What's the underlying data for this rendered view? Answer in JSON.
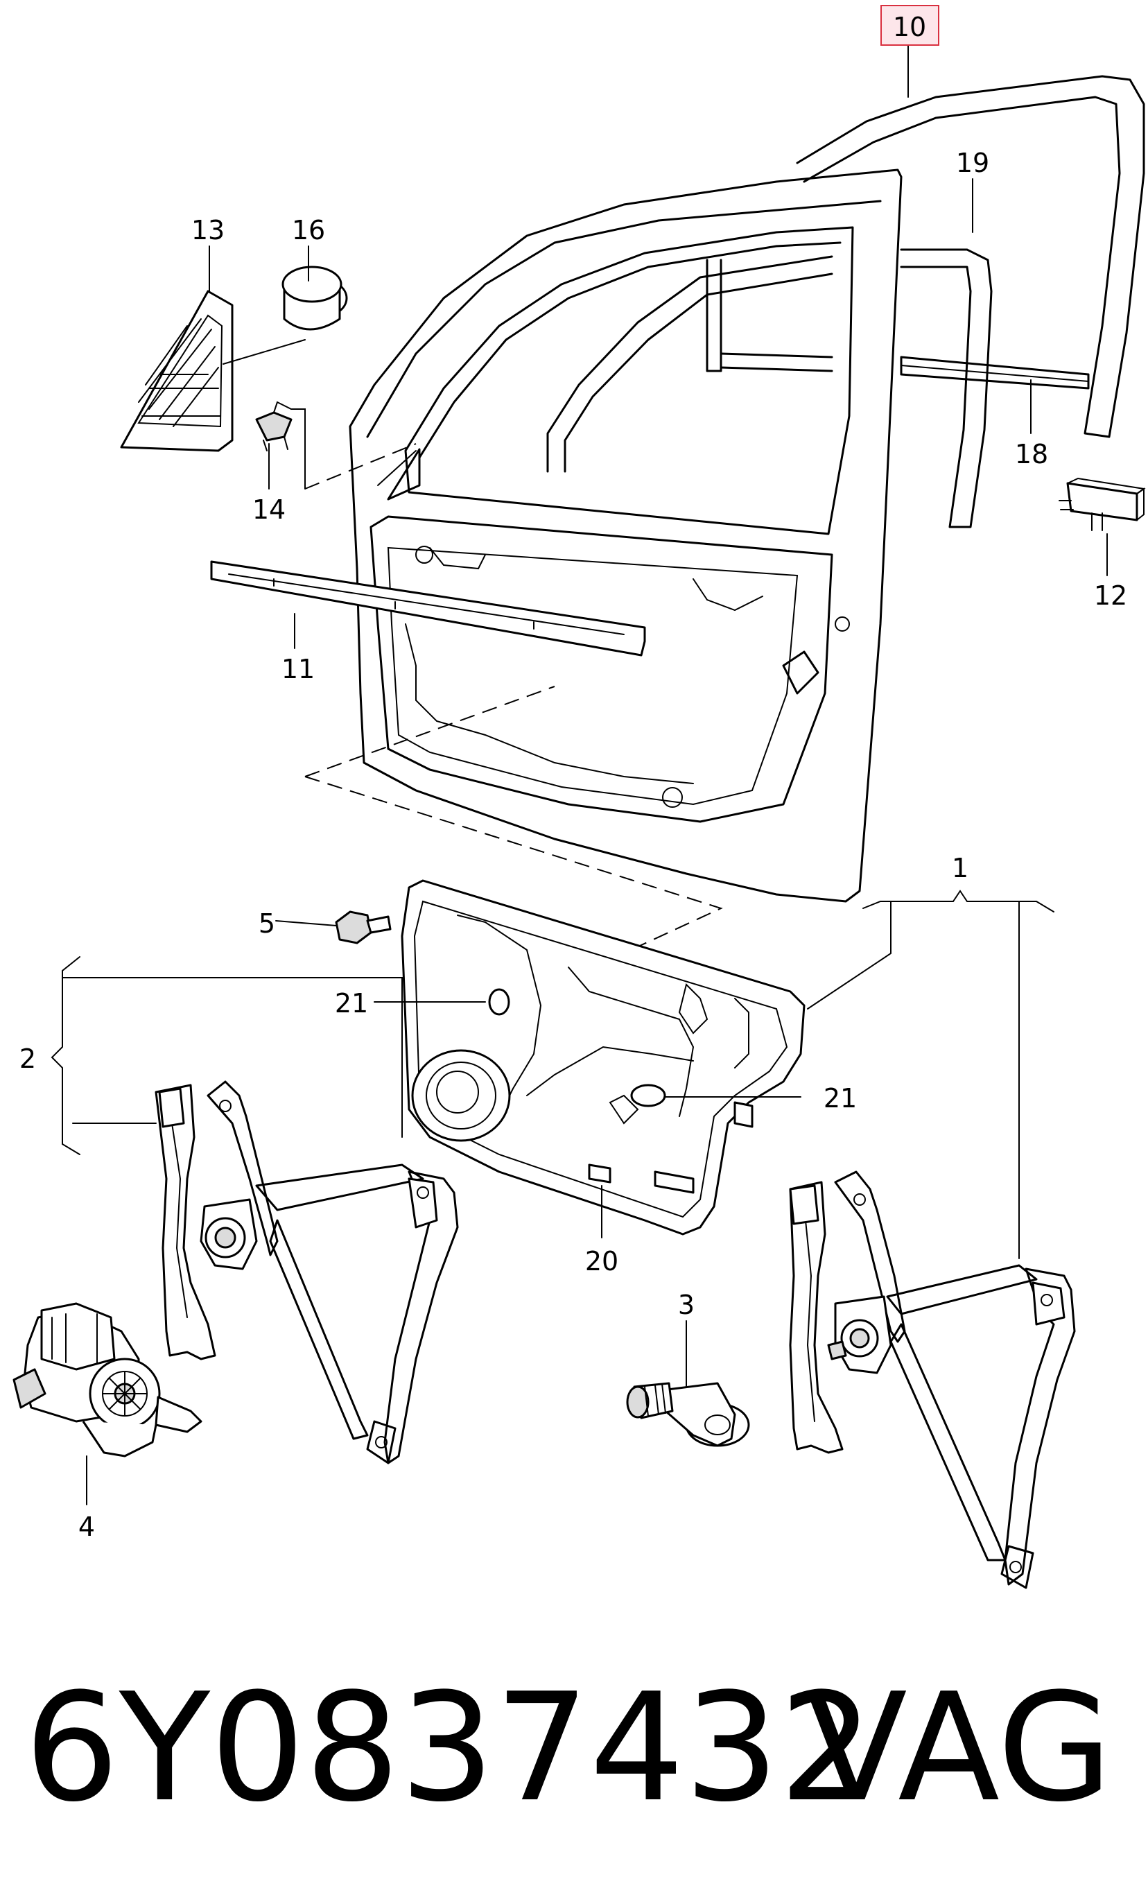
{
  "callouts": {
    "c1": "1",
    "c2": "2",
    "c3": "3",
    "c4": "4",
    "c5": "5",
    "c10": "10",
    "c11": "11",
    "c12": "12",
    "c13": "13",
    "c14": "14",
    "c16": "16",
    "c18": "18",
    "c19": "19",
    "c20": "20",
    "c21a": "21",
    "c21b": "21"
  },
  "caption": {
    "part_number": "6Y0837432",
    "brand": "VAG"
  },
  "highlight": {
    "callout": "10",
    "color": "#d9303f"
  }
}
